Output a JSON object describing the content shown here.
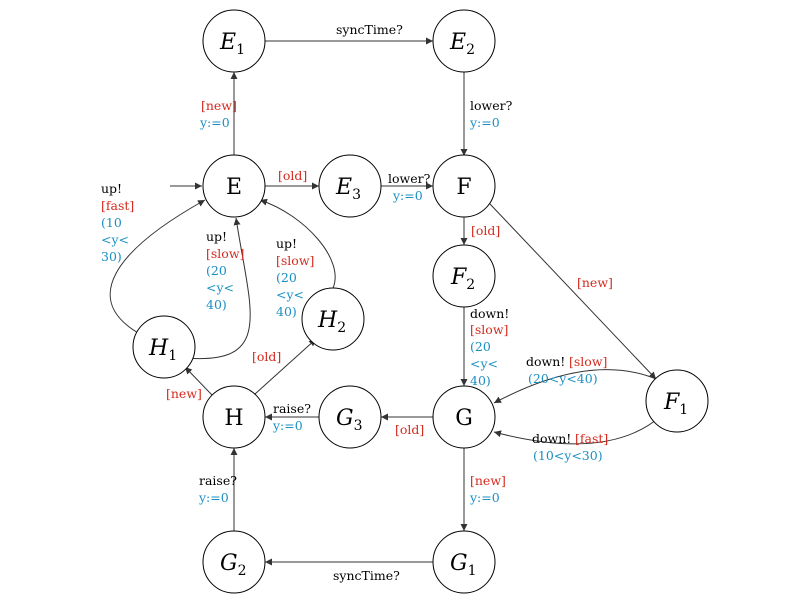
{
  "colors": {
    "guard": "#d42a1e",
    "update": "#1b8fc3",
    "action": "#000000"
  },
  "states": {
    "E1": {
      "base": "E",
      "sub": "1"
    },
    "E2": {
      "base": "E",
      "sub": "2"
    },
    "E": {
      "base": "E",
      "sub": ""
    },
    "E3": {
      "base": "E",
      "sub": "3"
    },
    "F": {
      "base": "F",
      "sub": ""
    },
    "F2": {
      "base": "F",
      "sub": "2"
    },
    "F1": {
      "base": "F",
      "sub": "1"
    },
    "G": {
      "base": "G",
      "sub": ""
    },
    "G3": {
      "base": "G",
      "sub": "3"
    },
    "G1": {
      "base": "G",
      "sub": "1"
    },
    "G2": {
      "base": "G",
      "sub": "2"
    },
    "H": {
      "base": "H",
      "sub": ""
    },
    "H1": {
      "base": "H",
      "sub": "1"
    },
    "H2": {
      "base": "H",
      "sub": "2"
    }
  },
  "labels": {
    "e1_e2": "syncTime?",
    "e2_f_action": "lower?",
    "e2_f_update": "y:=0",
    "e_e1_guard": "[new]",
    "e_e1_update": "y:=0",
    "e_e3_guard": "[old]",
    "e3_f_action": "lower?",
    "e3_f_update": "y:=0",
    "f_f2_guard": "[old]",
    "f_f1_guard": "[new]",
    "f2_g_action": "down!",
    "f2_g_guard": "[slow]",
    "f2_g_u1": "(20",
    "f2_g_u2": "<y<",
    "f2_g_u3": "40)",
    "f1_g_slow_action": "down!",
    "f1_g_slow_guard": "[slow]",
    "f1_g_slow_update": "(20<y<40)",
    "f1_g_fast_action": "down!",
    "f1_g_fast_guard": "[fast]",
    "f1_g_fast_update": "(10<y<30)",
    "g_g3_guard": "[old]",
    "g_g1_guard": "[new]",
    "g_g1_update": "y:=0",
    "g1_g2": "syncTime?",
    "g2_h_action": "raise?",
    "g2_h_update": "y:=0",
    "g3_h_action": "raise?",
    "g3_h_update": "y:=0",
    "h_h1_guard": "[new]",
    "h_h2_guard": "[old]",
    "h1_e_fast_action": "up!",
    "h1_e_fast_guard": "[fast]",
    "h1_e_fast_u1": "(10",
    "h1_e_fast_u2": "<y<",
    "h1_e_fast_u3": "30)",
    "h1_e_slow_action": "up!",
    "h1_e_slow_guard": "[slow]",
    "h1_e_slow_u1": "(20",
    "h1_e_slow_u2": "<y<",
    "h1_e_slow_u3": "40)",
    "h2_e_action": "up!",
    "h2_e_guard": "[slow]",
    "h2_e_u1": "(20",
    "h2_e_u2": "<y<",
    "h2_e_u3": "40)"
  }
}
